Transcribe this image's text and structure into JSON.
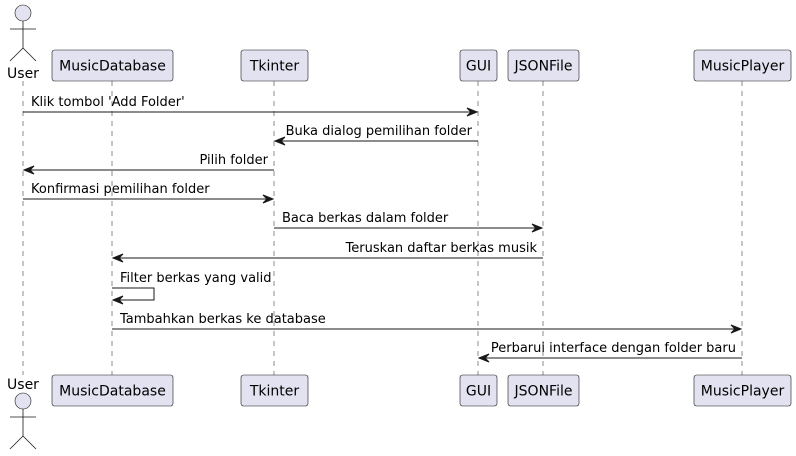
{
  "diagram": {
    "type": "sequence",
    "colors": {
      "participant_fill": "#E2E2F0",
      "border": "#181818",
      "background": "#FFFFFF"
    },
    "participants": [
      {
        "id": "user",
        "label": "User",
        "kind": "actor"
      },
      {
        "id": "musicdb",
        "label": "MusicDatabase",
        "kind": "participant"
      },
      {
        "id": "tkinter",
        "label": "Tkinter",
        "kind": "participant"
      },
      {
        "id": "gui",
        "label": "GUI",
        "kind": "participant"
      },
      {
        "id": "jsonfile",
        "label": "JSONFile",
        "kind": "participant"
      },
      {
        "id": "musicplayer",
        "label": "MusicPlayer",
        "kind": "participant"
      }
    ],
    "messages": [
      {
        "from": "user",
        "to": "gui",
        "label": "Klik tombol 'Add Folder'"
      },
      {
        "from": "gui",
        "to": "tkinter",
        "label": "Buka dialog pemilihan folder"
      },
      {
        "from": "tkinter",
        "to": "user",
        "label": "Pilih folder"
      },
      {
        "from": "user",
        "to": "tkinter",
        "label": "Konfirmasi pemilihan folder"
      },
      {
        "from": "tkinter",
        "to": "jsonfile",
        "label": "Baca berkas dalam folder"
      },
      {
        "from": "jsonfile",
        "to": "musicdb",
        "label": "Teruskan daftar berkas musik"
      },
      {
        "from": "musicdb",
        "to": "musicdb",
        "label": "Filter berkas yang valid"
      },
      {
        "from": "musicdb",
        "to": "musicplayer",
        "label": "Tambahkan berkas ke database"
      },
      {
        "from": "musicplayer",
        "to": "gui",
        "label": "Perbarui interface dengan folder baru"
      }
    ]
  }
}
